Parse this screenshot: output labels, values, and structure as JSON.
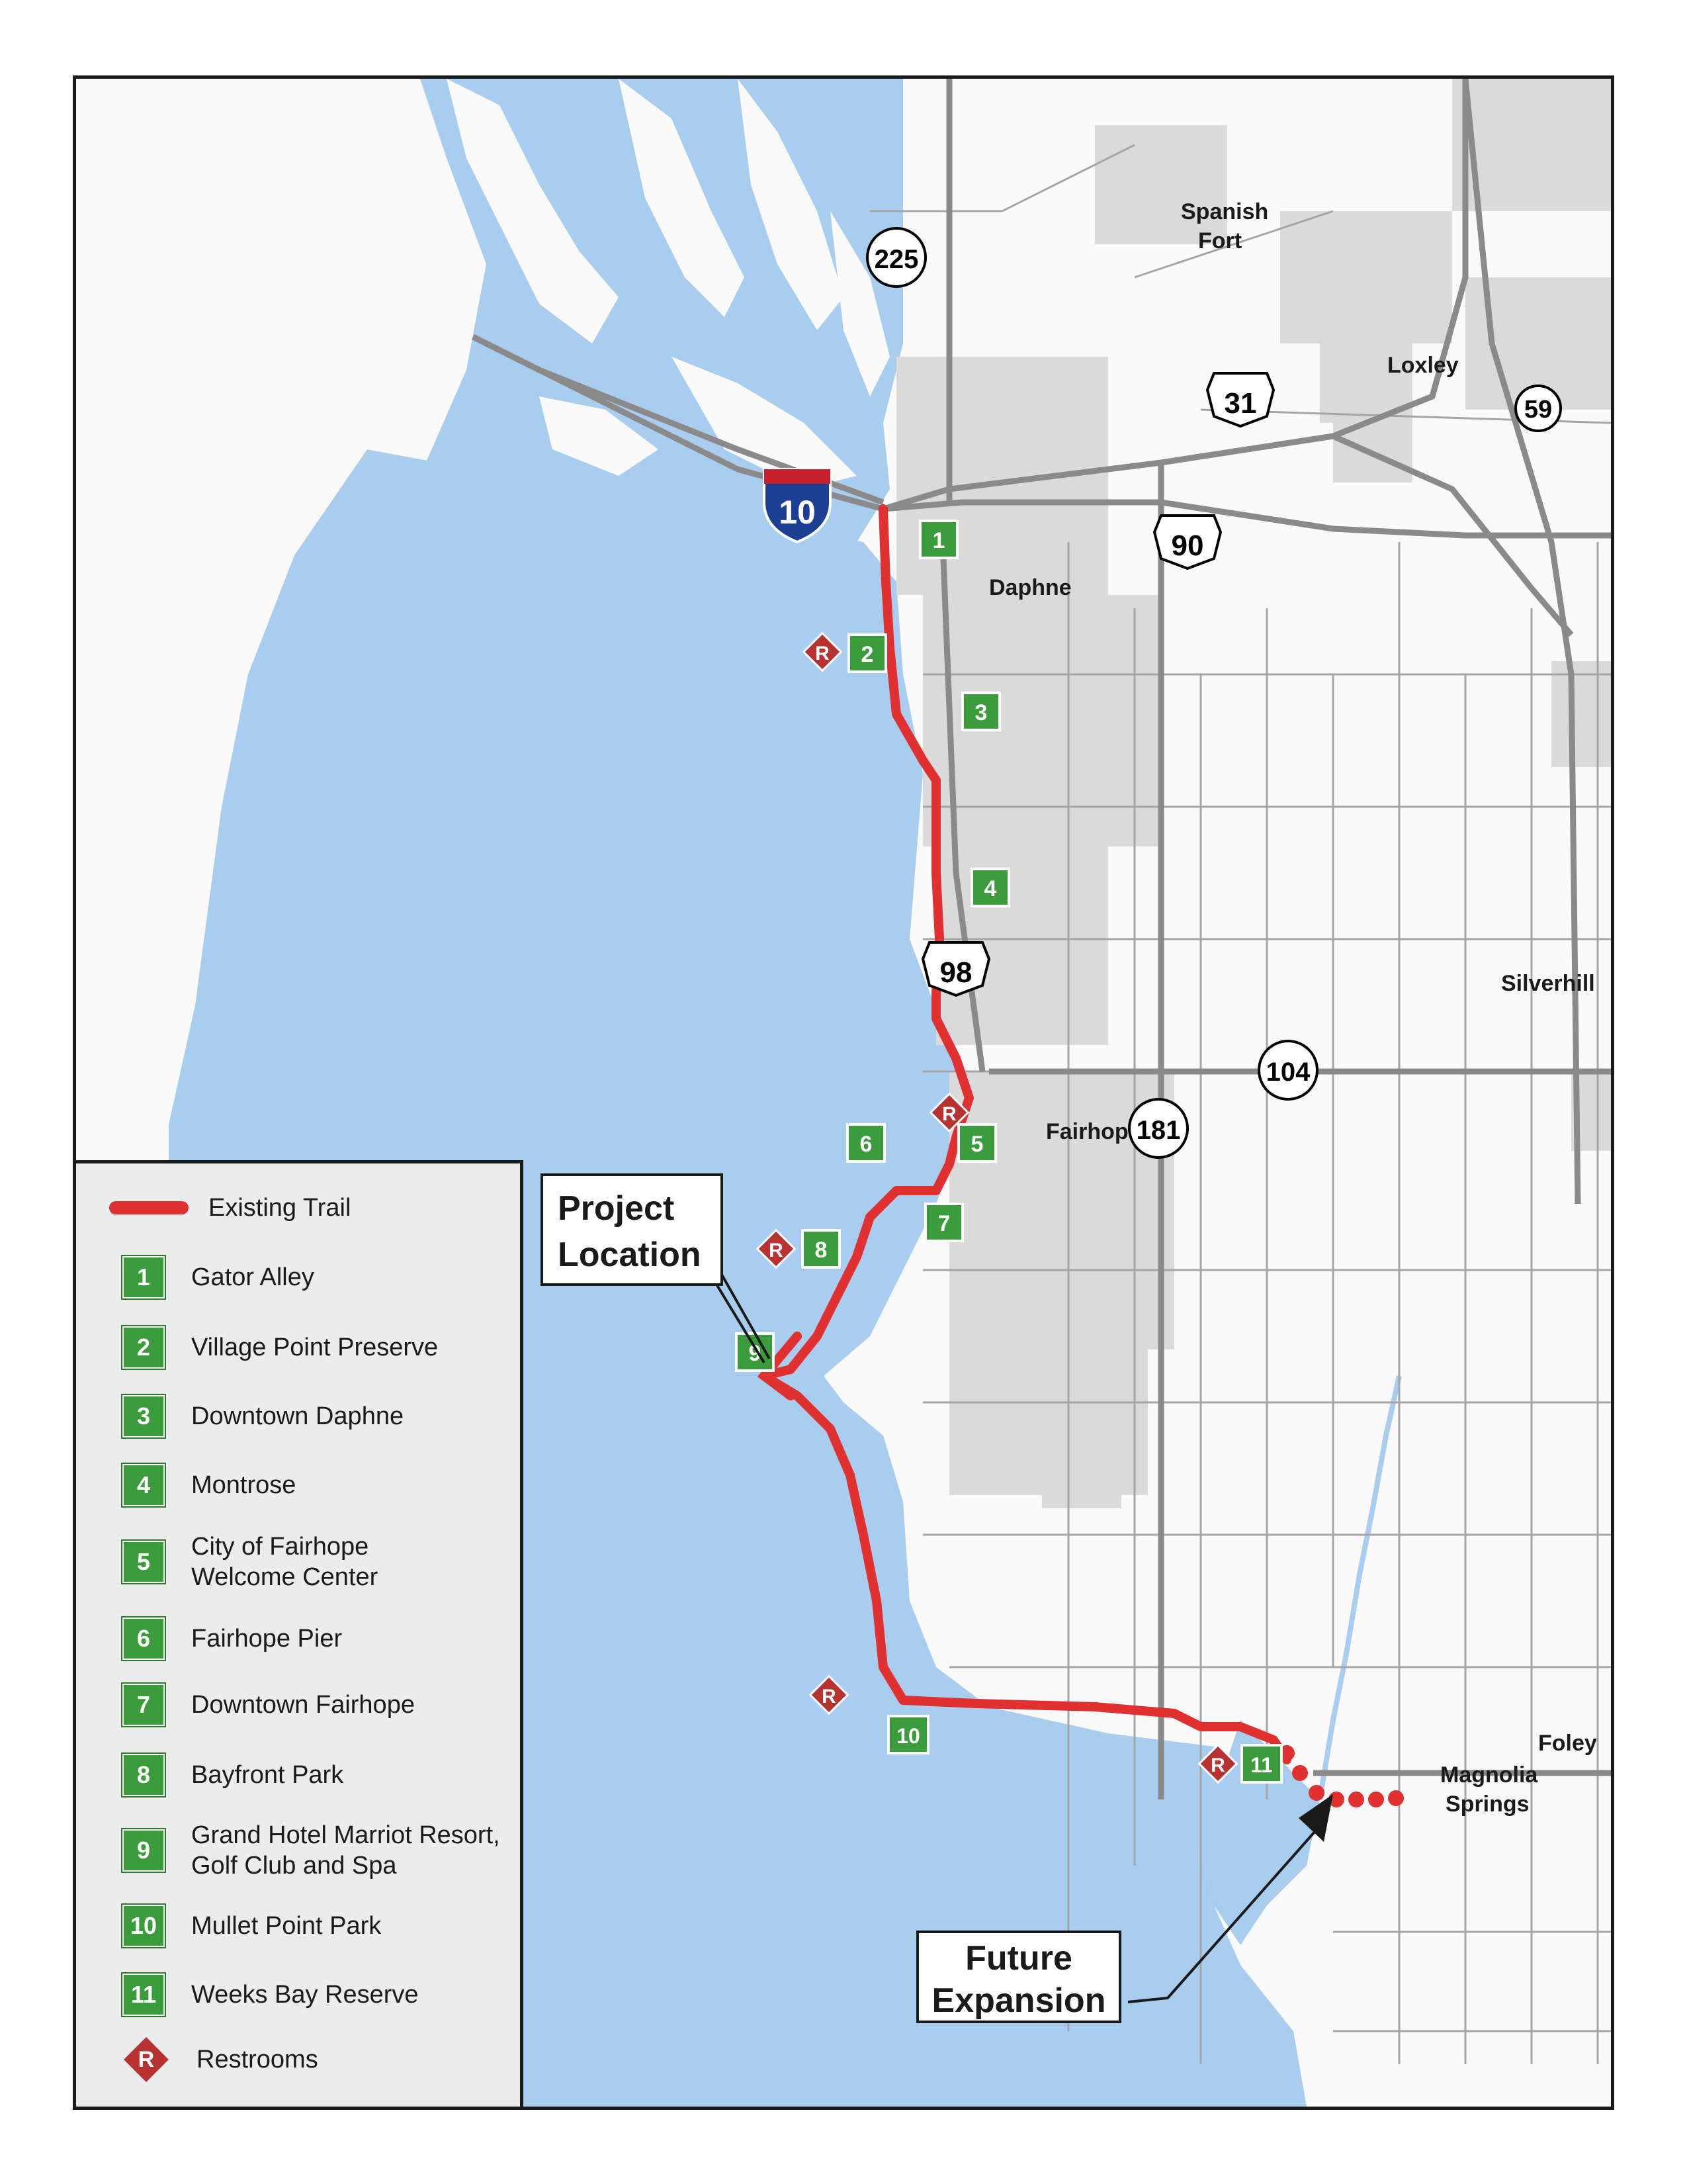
{
  "map": {
    "places": [
      {
        "name": "Spanish"
      },
      {
        "name": "Fort"
      },
      {
        "name": "Loxley"
      },
      {
        "name": "Daphne"
      },
      {
        "name": "Silverhill"
      },
      {
        "name": "Fairhope"
      },
      {
        "name": "Foley"
      },
      {
        "name": "Magnolia"
      },
      {
        "name": "Springs"
      }
    ],
    "shields": {
      "interstate": "10",
      "us": [
        "31",
        "90",
        "98"
      ],
      "state": [
        "225",
        "59",
        "104",
        "181"
      ]
    },
    "markers": [
      "1",
      "2",
      "3",
      "4",
      "5",
      "6",
      "7",
      "8",
      "9",
      "10",
      "11"
    ],
    "restroom_symbol": "R",
    "colors": {
      "water": "#a9cdef",
      "trail": "#e03030",
      "marker": "#3a9c3a",
      "restroom": "#b83232",
      "road": "#8a8a8a"
    }
  },
  "callouts": {
    "project_line1": "Project",
    "project_line2": "Location",
    "future_line1": "Future",
    "future_line2": "Expansion"
  },
  "legend": {
    "trail_label": "Existing Trail",
    "items": [
      {
        "num": "1",
        "label": "Gator Alley"
      },
      {
        "num": "2",
        "label": "Village Point Preserve"
      },
      {
        "num": "3",
        "label": "Downtown Daphne"
      },
      {
        "num": "4",
        "label": "Montrose"
      },
      {
        "num": "5",
        "label": "City of Fairhope",
        "label2": "Welcome Center"
      },
      {
        "num": "6",
        "label": "Fairhope Pier"
      },
      {
        "num": "7",
        "label": "Downtown Fairhope"
      },
      {
        "num": "8",
        "label": "Bayfront Park"
      },
      {
        "num": "9",
        "label": "Grand Hotel Marriot Resort,",
        "label2": "Golf Club and Spa"
      },
      {
        "num": "10",
        "label": "Mullet Point Park"
      },
      {
        "num": "11",
        "label": "Weeks Bay Reserve"
      }
    ],
    "restroom_symbol": "R",
    "restroom_label": "Restrooms"
  }
}
